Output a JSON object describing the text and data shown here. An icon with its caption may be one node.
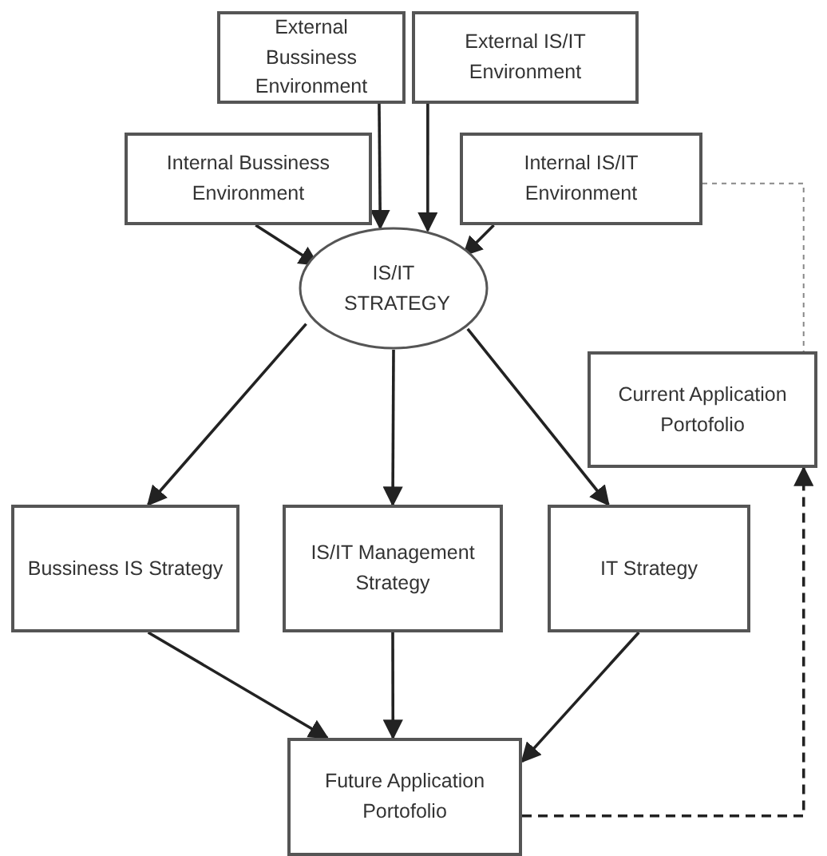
{
  "diagram": {
    "nodes": [
      {
        "text": [
          "External Bussiness Environment"
        ]
      },
      {
        "text": [
          "External IS/IT Environment"
        ]
      },
      {
        "text": [
          "Internal Bussiness Environment"
        ]
      },
      {
        "text": [
          "Internal IS/IT Environment"
        ]
      },
      {
        "text": [
          "IS/IT STRATEGY"
        ]
      },
      {
        "text": [
          "Current Application Portofolio"
        ]
      },
      {
        "text": [
          "Bussiness IS Strategy"
        ]
      },
      {
        "text": [
          "IS/IT Management Strategy"
        ]
      },
      {
        "text": [
          "IT Strategy"
        ]
      },
      {
        "text": [
          "Future Application Portofolio"
        ]
      }
    ],
    "edges": [
      {
        "from": 0,
        "to": 4,
        "arrow": "to"
      },
      {
        "from": 1,
        "to": 4,
        "arrow": "to"
      },
      {
        "from": 2,
        "to": 4,
        "arrow": "to"
      },
      {
        "from": 3,
        "to": 4,
        "arrow": "to"
      },
      {
        "from": 4,
        "to": 6,
        "arrow": "to"
      },
      {
        "from": 4,
        "to": 7,
        "arrow": "to"
      },
      {
        "from": 4,
        "to": 8,
        "arrow": "to"
      },
      {
        "from": 6,
        "to": 9,
        "arrow": "to"
      },
      {
        "from": 7,
        "to": 9,
        "arrow": "to"
      },
      {
        "from": 8,
        "to": 9,
        "arrow": "to"
      },
      {
        "from": 3,
        "to": 5,
        "arrow": "none",
        "style": "dashed",
        "color": "#888888"
      },
      {
        "from": 9,
        "to": 5,
        "arrow": "to",
        "style": "dashed"
      }
    ]
  }
}
